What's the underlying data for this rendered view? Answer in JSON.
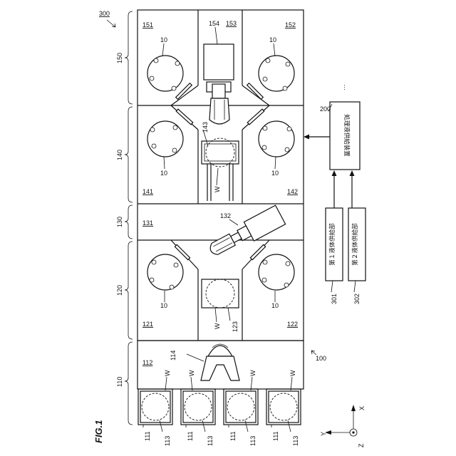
{
  "figure_title": "FIG.1",
  "system_label": "300",
  "labels": {
    "l100": "100",
    "l110": "110",
    "l111": "111",
    "l112": "112",
    "l113": "113",
    "l114": "114",
    "l120": "120",
    "l121": "121",
    "l122": "122",
    "l123": "123",
    "l130": "130",
    "l131": "131",
    "l132": "132",
    "l140": "140",
    "l141": "141",
    "l142": "142",
    "l143": "143",
    "l150": "150",
    "l151": "151",
    "l152": "152",
    "l153": "153",
    "l154": "154",
    "l200": "200",
    "l301": "301",
    "l302": "302",
    "l10": "10",
    "W": "W",
    "dots": "…"
  },
  "boxes": {
    "supply_device": "処理液供給装置",
    "first_liquid": "第１液体供給部",
    "second_liquid": "第２液体供給部"
  },
  "axes": {
    "x": "X",
    "y": "Y",
    "z": "Z"
  }
}
